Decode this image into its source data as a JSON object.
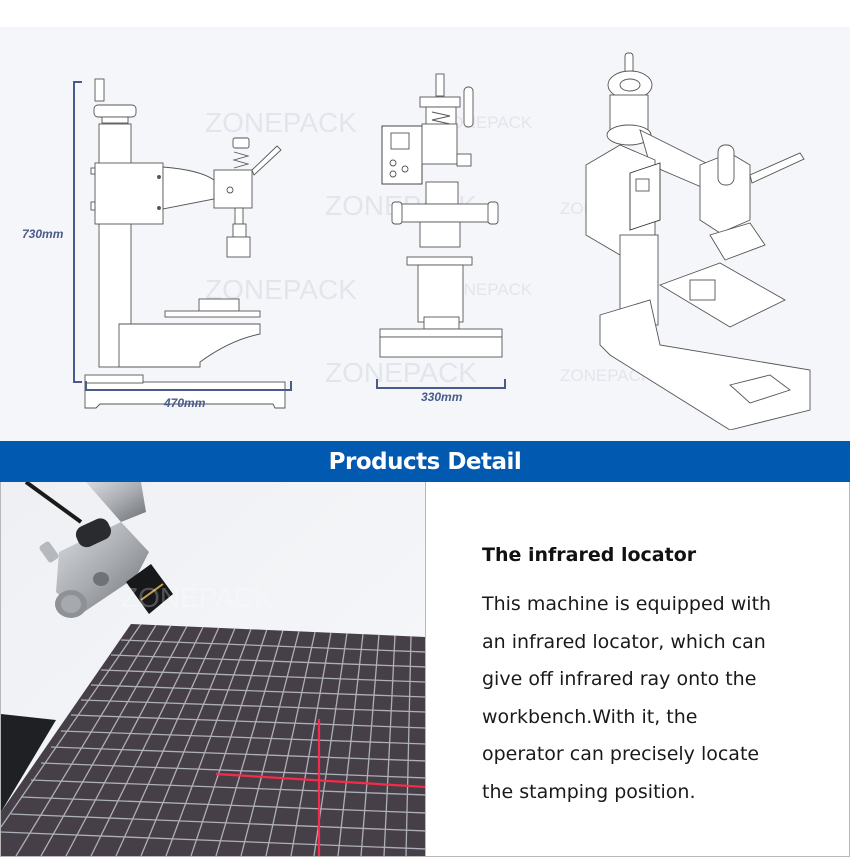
{
  "drawings": {
    "watermark": "ZONEPACK",
    "dimensions": {
      "height_label": "730mm",
      "width_label": "470mm",
      "depth_label": "330mm"
    },
    "views": [
      "side-view",
      "front-view",
      "isometric-view"
    ]
  },
  "banner": {
    "title": "Products Detail",
    "color": "#0159b0"
  },
  "detail": {
    "photo_watermark": "ZONEPACK",
    "feature_title": "The infrared locator",
    "feature_lines": [
      "This machine is equipped with",
      "an infrared locator, which can",
      "give off infrared ray onto the",
      "workbench.With it, the",
      "operator can precisely locate",
      "the stamping position."
    ]
  },
  "colors": {
    "drawing_bg": "#f5f6fa",
    "dimension": "#4a5a8a",
    "laser": "#ff2a4a"
  }
}
